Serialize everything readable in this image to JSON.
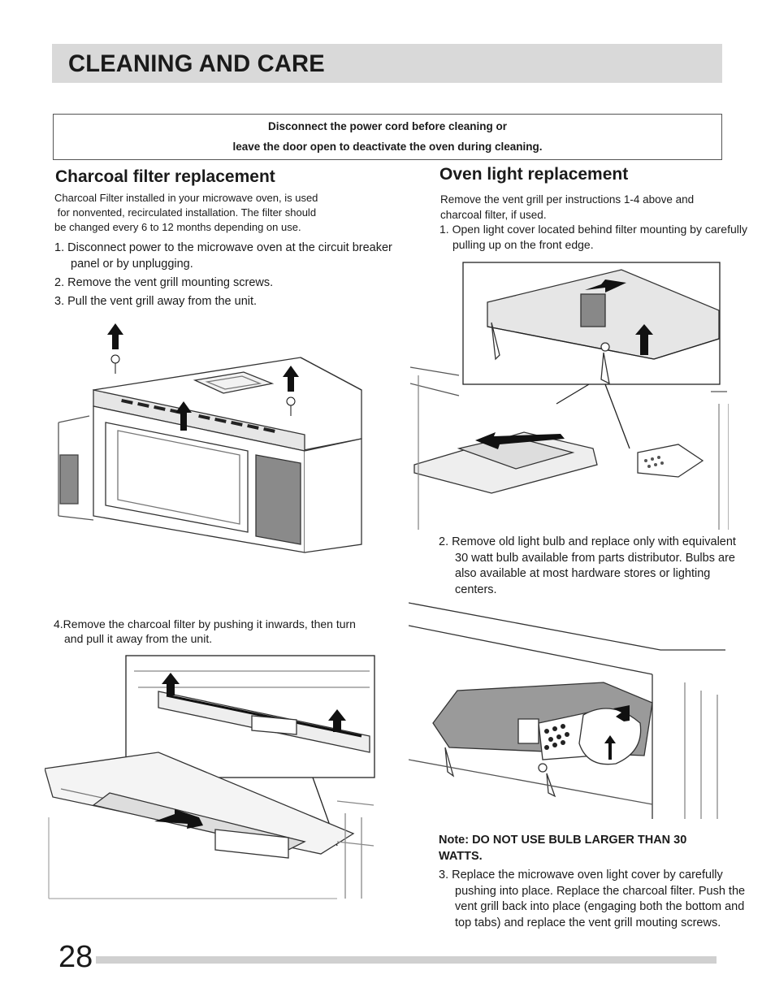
{
  "header": {
    "title": "CLEANING AND CARE"
  },
  "warning": {
    "line1": "Disconnect the power cord before cleaning or",
    "line2": "leave the door open to deactivate the oven during cleaning."
  },
  "charcoal": {
    "heading": "Charcoal filter replacement",
    "intro": [
      "Charcoal Filter  installed in your microwave oven, is used",
      " for nonvented, recirculated installation. The filter should",
      "be changed every 6 to 12 months depending on use."
    ],
    "step1": "1.  Disconnect power to the microwave oven at the circuit breaker panel or by unplugging.",
    "step2": "2. Remove the vent grill mounting screws.",
    "step3": "3. Pull the vent grill away from the unit.",
    "step4": "4.Remove the charcoal filter by pushing it inwards, then turn and pull it away from the unit."
  },
  "oven_light": {
    "heading": "Oven light replacement",
    "intro": [
      "Remove the vent grill  per instructions 1-4 above and",
      "charcoal filter, if used."
    ],
    "step1": "1. Open light cover located behind filter mounting by carefully pulling up on the front edge.",
    "step2": "2. Remove old light bulb and replace only with equivalent 30 watt bulb available from parts distributor. Bulbs are also available at most hardware stores or lighting centers.",
    "note": "Note: DO NOT USE BULB LARGER THAN 30 WATTS.",
    "step3": "3. Replace the microwave oven light cover by carefully pushing into place. Replace the charcoal filter. Push the vent grill back into place (engaging both the bottom and top tabs) and replace the vent grill mouting screws."
  },
  "footer": {
    "page_number": "28"
  },
  "colors": {
    "header_band": "#d9d9d9",
    "footer_bar": "#d0d0d0",
    "text": "#1a1a1a"
  }
}
